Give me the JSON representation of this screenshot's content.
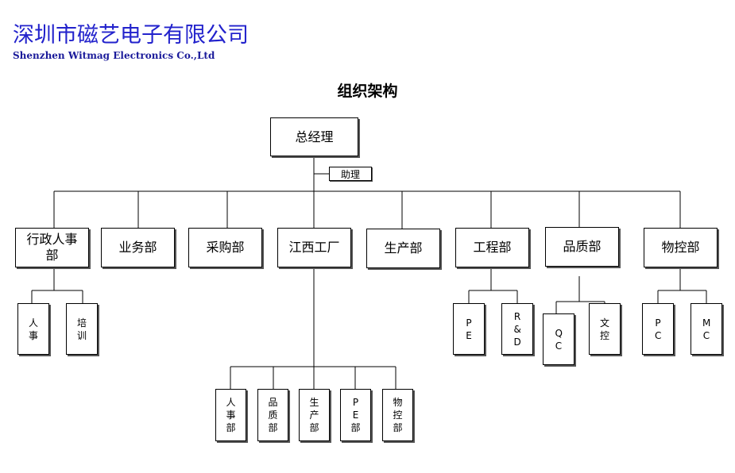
{
  "header": {
    "company_cn": "深圳市磁艺电子有限公司",
    "company_en": "Shenzhen Witmag Electronics Co.,Ltd"
  },
  "title": "组织架构",
  "org": {
    "gm": "总经理",
    "assistant": "助理",
    "departments": {
      "admin_hr": "行政人事部",
      "sales": "业务部",
      "purchasing": "采购部",
      "jiangxi_factory": "江西工厂",
      "production": "生产部",
      "engineering": "工程部",
      "quality": "品质部",
      "logistics": "物控部"
    },
    "sub": {
      "hr": "人事",
      "training": "培训",
      "pe": "PE",
      "rd": "R&D",
      "qc": "QC",
      "doc_control": "文控",
      "pc": "PC",
      "mc": "MC",
      "jx_hr": "人事部",
      "jx_quality": "品质部",
      "jx_production": "生产部",
      "jx_pe": "PE部",
      "jx_logistics": "物控部"
    }
  }
}
